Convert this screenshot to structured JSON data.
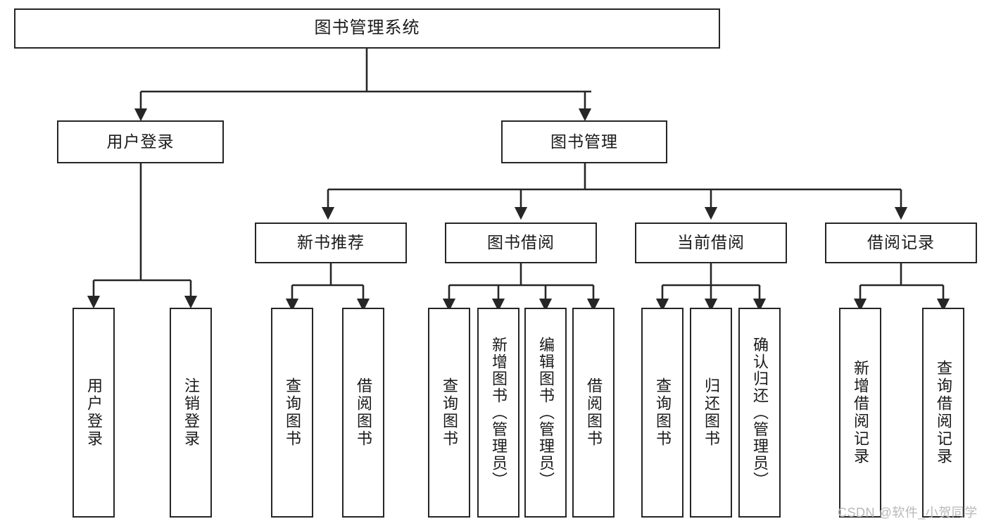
{
  "diagram": {
    "type": "tree-hierarchy",
    "title": "图书管理系统",
    "watermark": "CSDN @软件_小贺同学",
    "colors": {
      "box_border": "#262626",
      "box_fill": "#ffffff",
      "connector": "#262626",
      "text": "#1a1a1a",
      "watermark": "#b9b9b9"
    },
    "levels": [
      {
        "level": 1,
        "nodes": [
          {
            "id": "root",
            "label": "图书管理系统"
          }
        ]
      },
      {
        "level": 2,
        "nodes": [
          {
            "id": "user-login",
            "label": "用户登录",
            "parent": "root"
          },
          {
            "id": "book-manage",
            "label": "图书管理",
            "parent": "root"
          }
        ]
      },
      {
        "level": 3,
        "nodes": [
          {
            "id": "new-book-rec",
            "label": "新书推荐",
            "parent": "book-manage"
          },
          {
            "id": "book-borrow",
            "label": "图书借阅",
            "parent": "book-manage"
          },
          {
            "id": "current-borrow",
            "label": "当前借阅",
            "parent": "book-manage"
          },
          {
            "id": "borrow-record",
            "label": "借阅记录",
            "parent": "book-manage"
          }
        ]
      },
      {
        "level": 4,
        "nodes": [
          {
            "id": "leaf-user-login",
            "label": "用户登录",
            "parent": "user-login"
          },
          {
            "id": "leaf-user-logout",
            "label": "注销登录",
            "parent": "user-login"
          },
          {
            "id": "leaf-query-book-1",
            "label": "查询图书",
            "parent": "new-book-rec"
          },
          {
            "id": "leaf-borrow-book-1",
            "label": "借阅图书",
            "parent": "new-book-rec"
          },
          {
            "id": "leaf-query-book-2",
            "label": "查询图书",
            "parent": "book-borrow"
          },
          {
            "id": "leaf-add-book",
            "label": "新增图书（管理员）",
            "parent": "book-borrow"
          },
          {
            "id": "leaf-edit-book",
            "label": "编辑图书（管理员）",
            "parent": "book-borrow"
          },
          {
            "id": "leaf-borrow-book-2",
            "label": "借阅图书",
            "parent": "book-borrow"
          },
          {
            "id": "leaf-query-book-3",
            "label": "查询图书",
            "parent": "current-borrow"
          },
          {
            "id": "leaf-return-book",
            "label": "归还图书",
            "parent": "current-borrow"
          },
          {
            "id": "leaf-confirm-return",
            "label": "确认归还（管理员）",
            "parent": "current-borrow"
          },
          {
            "id": "leaf-add-record",
            "label": "新增借阅记录",
            "parent": "borrow-record"
          },
          {
            "id": "leaf-query-record",
            "label": "查询借阅记录",
            "parent": "borrow-record"
          }
        ]
      }
    ]
  }
}
